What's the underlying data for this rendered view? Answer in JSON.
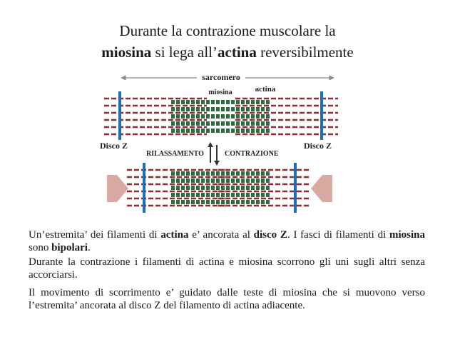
{
  "title": {
    "line1": "Durante la contrazione muscolare la",
    "line2_bold1": "miosina",
    "line2_mid": " si lega all’",
    "line2_bold2": "actina",
    "line2_end": " reversibilmente"
  },
  "diagram": {
    "sarcomere_label": "sarcomero",
    "myosin_label": "miosina",
    "actin_label": "actina",
    "disc_z_left": "Disco Z",
    "disc_z_right": "Disco Z",
    "relax_label": "RILASSAMENTO",
    "contract_label": "CONTRAZIONE",
    "colors": {
      "z_disc": "#1f6fb4",
      "actin": "#8a2a33",
      "myosin": "#2e6b3e",
      "arrow": "#d8a9a0"
    }
  },
  "paragraphs": {
    "p1_a": "Un’estremita’ dei filamenti di ",
    "p1_b": "actina",
    "p1_c": " e’ ancorata al ",
    "p1_d": "disco Z",
    "p1_e": ".  I fasci di filamenti di ",
    "p1_f": "miosina",
    "p1_g": " sono ",
    "p1_h": "bipolari",
    "p1_i": ".",
    "p2": "Durante la contrazione i filamenti di actina e miosina scorrono gli uni sugli altri senza accorciarsi.",
    "p3": "Il movimento di scorrimento e’ guidato dalle teste di miosina che si muovono verso l’estremita’ ancorata al disco Z del filamento di actina adiacente."
  }
}
